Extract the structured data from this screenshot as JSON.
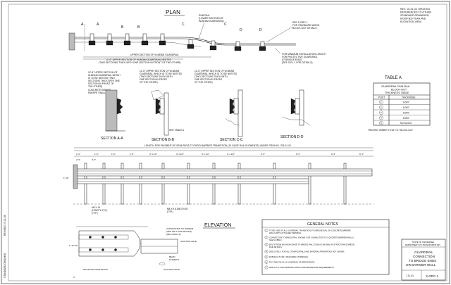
{
  "revision_note": [
    "REV. 10-31-04: UPDATED",
    "REFERENCES TO OTHER",
    "STANDARD DRAWINGS;",
    "MODIFIED PLAN AND",
    "ELEVATION VIEW."
  ],
  "plan": {
    "title": "PLAN",
    "rub_rail_note": [
      "RUB RAIL",
      "(LOWER SECTION OF",
      "W-BEAM GUARDRAIL)"
    ],
    "grc_note": [
      "SEE S-GRC-1",
      "FOR STANDARD WOOD",
      "BLOCK-OUT DETAILS."
    ],
    "nested_note_1": "UPPER SECTION OF W-BEAM GUARDRAIL",
    "nested_note_2a": "12'-6\" UPPER SECTION OF W-BEAM GUARDRAIL NESTED",
    "nested_note_2b": "(TWO SECTIONS THICK WITH ONE SECTION IN FRONT OF THE OTHER)",
    "install_note": [
      "FOR MINIMUM INSTALLATION LENGTH",
      "FOR PROTECTIVE GUARDRAIL",
      "AT BRIDGE ENDS",
      "(SEE S-PL-1 FOR DETAILS)"
    ],
    "cut_labels": [
      "A",
      "A",
      "B",
      "B",
      "C",
      "C",
      "D",
      "D"
    ]
  },
  "sections": [
    {
      "title": "SECTION A-A",
      "note": [
        "12'-6\" UPPER SECTION OF",
        "W-BEAM GUARDRAIL WHICH",
        "IS TO BE NESTED (TWO",
        "SECTIONS THICK WITH ONE",
        "SECTION IN FRONT OF",
        "THE OTHER)"
      ],
      "extra": [
        "CONCRETE BRIDGE",
        "PARAPET WALL"
      ]
    },
    {
      "title": "SECTION B-B",
      "note": [
        "12'-6\" UPPER SECTION OF W-BEAM",
        "GUARDRAIL WHICH IS TO BE NESTED",
        "(TWO SECTIONS THICK WITH",
        "ONE SECTION IN FRONT",
        "OF THE OTHER)"
      ],
      "extra": [
        "SEE TABLE A"
      ]
    },
    {
      "title": "SECTION C-C",
      "note": [
        "12'-6\" UPPER SECTION OF W-BEAM",
        "GUARDRAIL WHICH IS TO BE NESTED",
        "(TWO SECTIONS THICK WITH",
        "ONE SECTION IN FRONT",
        "OF THE OTHER)"
      ],
      "extra": []
    },
    {
      "title": "SECTION D-D",
      "note": [],
      "extra": []
    }
  ],
  "table_a": {
    "title": "TABLE A",
    "header": [
      "GUARDRAIL RUB-RAIL",
      "BLOCK-OUT",
      "THICKNESS TABLE"
    ],
    "columns": [
      "POST",
      "THICKNESS"
    ],
    "rows": [
      [
        "1",
        "8.000\""
      ],
      [
        "2",
        "8.000\""
      ],
      [
        "3",
        "8.000\""
      ],
      [
        "4",
        "8.000\""
      ],
      [
        "5",
        "NO BLOCK"
      ]
    ],
    "footnote": "TREATED TIMBER 1'0\"x8\" x 4\" BLOCK-OUT"
  },
  "elevation": {
    "title": "ELEVATION",
    "length_note": "LENGTH FOR PAYMENT OF SEMI-RIGID TO RIGID BARRIER TRANSITION (13 GAGE RAIL ELEMENTS) UNDER ITEM NO. 705-01-01",
    "dims_top": [
      "2'-6\"",
      "4'-0\"",
      "6'-3\"",
      "6'-3\"",
      "6'-3\"",
      "6'-3\"",
      "6'-3\"",
      "6'-3\"",
      "6'-3\"",
      "6'-3\""
    ],
    "dims_sub": [
      "1'-0\"",
      "1'-6\"",
      "1'-6\"",
      "1'-6\"",
      "3'-1 1/2\"",
      "3'-1 1/2\"",
      "3'-1 1/2\"",
      "3'-1 1/2\""
    ],
    "bolt_note_1": [
      "M8 X 15",
      "(LENGTH 2'-0\")",
      "(TYP.)"
    ],
    "bolt_note_2": [
      "M8 X 9 (LENGTH 8\")",
      "(TYP.)"
    ],
    "detail_notes": [
      "CONNECTION TO W-BEAM",
      "(SEE GR-2 FOR DETAILS)",
      "(MIN 2 BOLTS)"
    ],
    "beam_label": [
      "BEAM",
      "ELEMENT"
    ],
    "slotted_holes": "SLOTTED HOLE",
    "shoe_label": "MICHIGAN SHOE DETAIL",
    "dim_side": [
      "1'-10 1/2\"",
      "1'-10\"",
      "3\""
    ]
  },
  "general_notes": {
    "title": "GENERAL NOTES",
    "items": [
      [
        "1",
        "TO BE USED AT ALL GUARDRAIL TRANSITIONS TO BRIDGE RAIL OR CONCRETE BARRIER",
        "WALLS WITH ATTACHED TERMINAL."
      ],
      [
        "2",
        "CONNECTION TO BRIDGE RAIL SHOWN. FOR CONNECTION TO CONCRETE BARRIER WALLS,",
        "SEE S-CBW-3."
      ],
      [
        "3",
        "BOLTS FROM MICHIGAN SHOE TO BRIDGE RAIL TO BE AS SHOWN ON STRUCTURE'S BRIDGE",
        "RAIL DETAILS."
      ],
      [
        "4",
        "SEE S-GRC-1 FOR ALL OTHER DETAILS AND MATERIAL PROPERTIES NOT SHOWN."
      ],
      [
        "5",
        "RUB RAIL IS ONLY REQUIRED AT BRIDGES."
      ],
      [
        "6",
        "PAY ITEM 705-01.01 GUARDRAIL AT BRIDGE ENDS."
      ],
      [
        "7",
        "SEE S-PL-1 FOR MINIMUM LENGTH AND DELINEATOR REQUIREMENTS."
      ]
    ]
  },
  "title_block": {
    "state": [
      "STATE OF TENNESSEE",
      "DEPARTMENT OF TRANSPORTATION"
    ],
    "drawing_title": [
      "GUARDRAIL",
      "CONNECTION",
      "TO BRIDGE ENDS",
      "OR BARRIER WALL"
    ],
    "date": "7-11-03",
    "sheet": "S-GRC-1"
  },
  "side_text": [
    "STANDARD DRAWING",
    "REVISED 07-31-08"
  ]
}
